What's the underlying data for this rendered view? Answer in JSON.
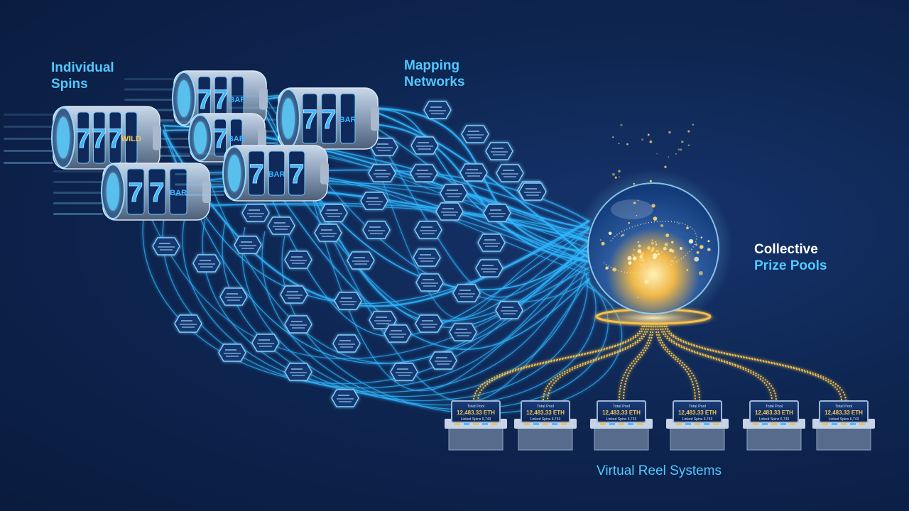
{
  "labels": {
    "individual_spins": [
      "Individual",
      "Spins"
    ],
    "mapping_networks": [
      "Mapping",
      "Networks"
    ],
    "collective_prize_pools": [
      "Collective",
      "Prize Pools"
    ],
    "virtual_reel_systems": "Virtual Reel Systems"
  },
  "reel_symbols": [
    "7",
    "BAR",
    "WILD"
  ],
  "terminal_screen": {
    "line1": "Total Pool",
    "amount": "12,483.33 ETH",
    "line3": "Linked Spins 6,743"
  },
  "terminal_count": 6,
  "mapping_node_count": 48,
  "colors": {
    "background": "#0c1f44",
    "network_line": "#2fb6ff",
    "gold_line": "#f2c14a",
    "orb_glow": "#ffd36a",
    "label_accent": "#52c8ff"
  }
}
